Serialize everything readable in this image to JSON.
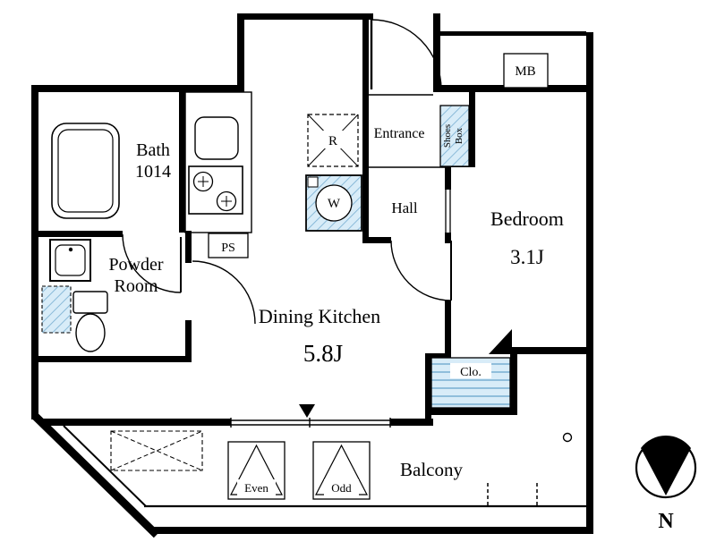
{
  "labels": {
    "bath_name": "Bath",
    "bath_size": "1014",
    "powder1": "Powder",
    "powder2": "Room",
    "ps": "PS",
    "fridge": "R",
    "washer": "W",
    "entrance": "Entrance",
    "shoes1": "Shoes",
    "shoes2": "Box",
    "mb": "MB",
    "hall": "Hall",
    "bedroom_name": "Bedroom",
    "bedroom_size": "3.1J",
    "dk_name": "Dining Kitchen",
    "dk_size": "5.8J",
    "closet": "Clo.",
    "balcony": "Balcony",
    "even": "Even",
    "odd": "Odd",
    "north": "N"
  },
  "colors": {
    "wall": "#000000",
    "hatch_fill": "#d8ecf8",
    "hatch_line": "#7db2d4",
    "background": "#ffffff"
  }
}
